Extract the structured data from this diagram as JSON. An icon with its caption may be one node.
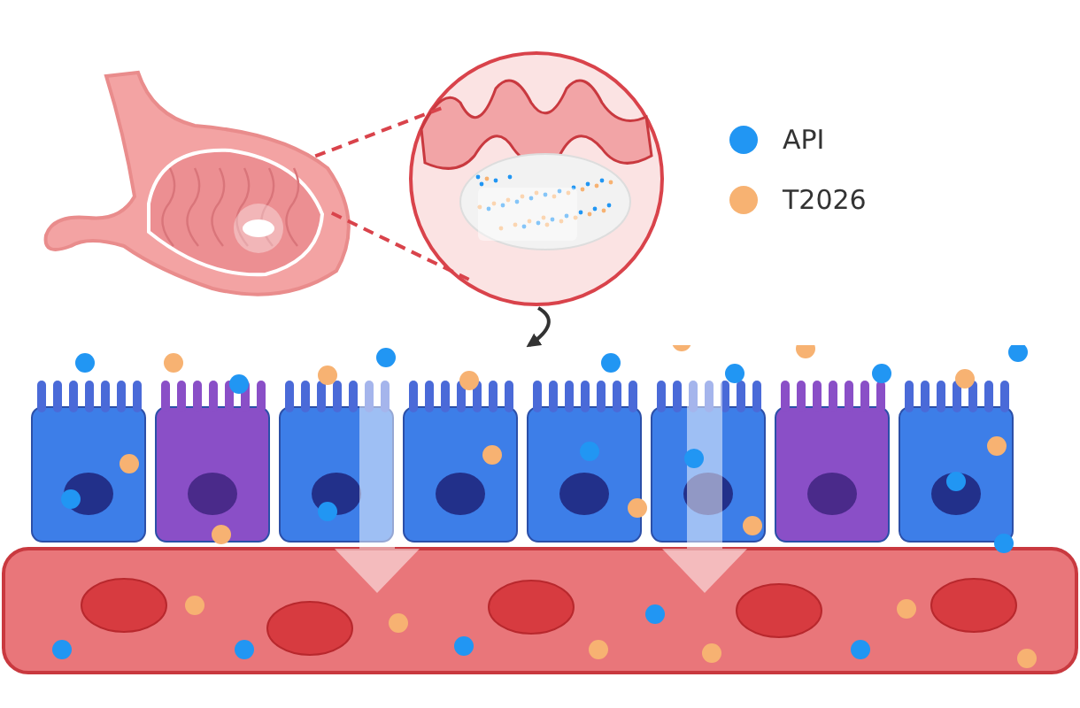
{
  "diagram": {
    "nodes": [
      {
        "text": [],
        "shape": "picture"
      },
      {
        "text": [],
        "shape": "picture"
      },
      {
        "text": [],
        "shape": "picture"
      }
    ],
    "edges": [
      {
        "from": 0,
        "to": 1,
        "arrow": "none",
        "style": "dashed",
        "color": "#d9434b"
      },
      {
        "from": 0,
        "to": 1,
        "arrow": "none",
        "style": "dashed",
        "color": "#d9434b"
      },
      {
        "from": 1,
        "to": 2,
        "arrow": "to",
        "color": "#333333"
      }
    ],
    "legend": [
      {
        "text": "API",
        "color": "#2196f3"
      },
      {
        "text": "T2026",
        "color": "#f7b272"
      }
    ]
  }
}
